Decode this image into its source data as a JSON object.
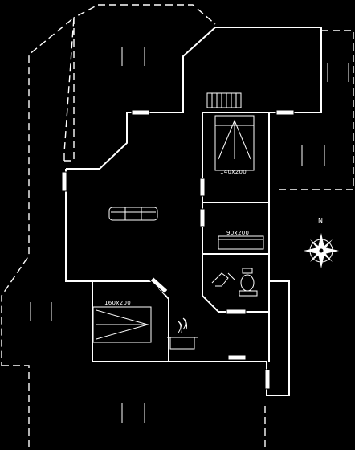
{
  "labels": {
    "bed_top": "140x200",
    "bed_mid": "90x200",
    "bed_bottom": "160x200",
    "north": "N"
  },
  "colors": {
    "background": "#000000",
    "lines": "#ffffff"
  },
  "icons": [
    "sofa-icon",
    "double-bed-icon",
    "single-bed-icon",
    "ladder-icon",
    "toilet-icon",
    "shower-icon",
    "stove-icon",
    "compass-rose-icon"
  ]
}
